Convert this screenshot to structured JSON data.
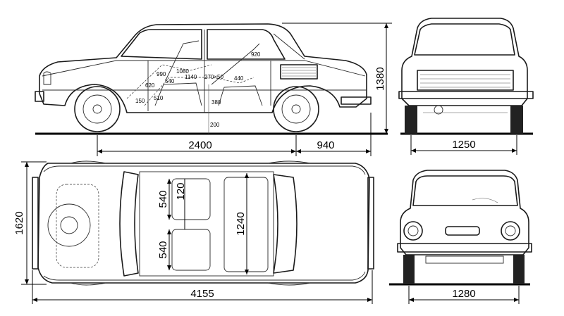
{
  "dimensions": {
    "wheelbase": "2400",
    "rear_overhang": "940",
    "height": "1380",
    "rear_track": "1250",
    "front_track": "1280",
    "overall_length": "4155",
    "overall_width": "1620",
    "interior_width": "1240",
    "seat_width_front": "540",
    "seat_width_rear": "540",
    "seat_gap": "120"
  },
  "interior_labels": [
    "990",
    "1080",
    "1140",
    "540",
    "620",
    "150",
    "270×50",
    "440",
    "510",
    "380",
    "920",
    "200"
  ]
}
